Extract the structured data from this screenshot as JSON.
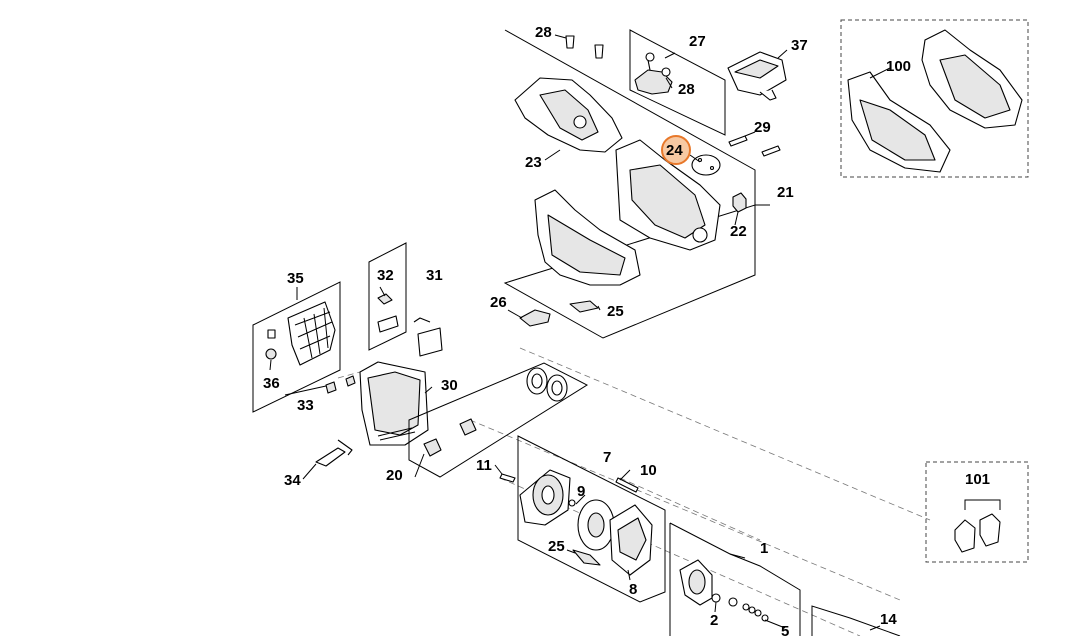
{
  "diagram": {
    "highlighted_part": "24",
    "labels": {
      "l1": "1",
      "l2": "2",
      "l5": "5",
      "l7": "7",
      "l8": "8",
      "l9": "9",
      "l10": "10",
      "l11": "11",
      "l14": "14",
      "l20": "20",
      "l21": "21",
      "l22": "22",
      "l23": "23",
      "l24": "24",
      "l25a": "25",
      "l25b": "25",
      "l26": "26",
      "l27": "27",
      "l28a": "28",
      "l28b": "28",
      "l29": "29",
      "l30": "30",
      "l31": "31",
      "l32": "32",
      "l33": "33",
      "l34": "34",
      "l35": "35",
      "l36": "36",
      "l37": "37",
      "l100": "100",
      "l101": "101"
    },
    "colors": {
      "highlight_fill": "#f7c9a3",
      "highlight_stroke": "#e8782a"
    }
  }
}
